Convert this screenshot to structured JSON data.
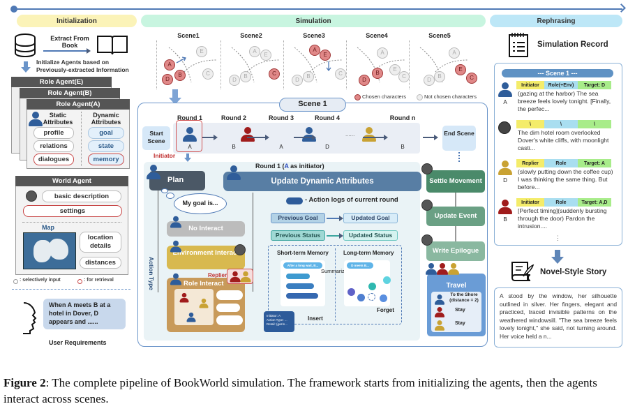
{
  "phases": {
    "init": "Initialization",
    "sim": "Simulation",
    "reph": "Rephrasing"
  },
  "init": {
    "extract": "Extract From Book",
    "init_note": "Initialize Agents based on Previously-extracted Information",
    "role_agents": [
      "Role Agent(E)",
      "Role Agent(B)",
      "Role Agent(A)"
    ],
    "static_label": "Static Attributes",
    "dynamic_label": "Dynamic Attributes",
    "static_items": [
      "profile",
      "relations",
      "dialogues"
    ],
    "dynamic_items": [
      "goal",
      "state",
      "memory"
    ],
    "world_agent": "World Agent",
    "basic_description": "basic description",
    "settings": "settings",
    "map_label": "Map",
    "location_details": "location details",
    "distances": "distances",
    "legend_selective": ": selectively input",
    "legend_retrieval": ": for retrieval",
    "user_req_text": "When A meets B at a hotel in Dover, D appears and ......",
    "user_req_label": "User Requirements"
  },
  "scenes": [
    {
      "label": "Scene1"
    },
    {
      "label": "Scene2"
    },
    {
      "label": "Scene3"
    },
    {
      "label": "Scene4"
    },
    {
      "label": "Scene5"
    }
  ],
  "scene_legend": {
    "chosen": "Chosen characters",
    "not_chosen": "Not chosen characters"
  },
  "scene1": {
    "title": "Scene 1",
    "start": "Start Scene",
    "end": "End Scene",
    "initiator": "Initiator",
    "rounds": [
      {
        "label": "Round 1",
        "agent": "A",
        "color": "#2f5d9a"
      },
      {
        "label": "Round 2",
        "agent": "B",
        "color": "#a01c1c"
      },
      {
        "label": "Round 3",
        "agent": "A",
        "color": "#2f5d9a"
      },
      {
        "label": "Round 4",
        "agent": "D",
        "color": "#c9a233"
      },
      {
        "label": "Round n",
        "agent": "B",
        "color": "#a01c1c"
      }
    ],
    "ellipsis": "......",
    "round_title_pre": "Round 1  (",
    "round_title_agent": "A",
    "round_title_post": " as initiator)",
    "plan": "Plan",
    "goal_bubble": "My goal is...",
    "update": "Update Dynamic Attributes",
    "no_interact": "No Interact",
    "env_interact": "Environment Interact",
    "role_interact": "Role Interact",
    "replier": "Replier",
    "action_type": "Action Type",
    "action_logs": "- Action logs of current round",
    "prev_goal": "Previous Goal",
    "upd_goal": "Updated Goal",
    "prev_status": "Previous Status",
    "upd_status": "Updated Status",
    "stm": "Short-term Memory",
    "ltm": "Long-term Memory",
    "stm_item": "After a long wait, B...",
    "ltm_item": "D meets B...",
    "summarize": "Summarize",
    "insert": "Insert",
    "forget": "Forget",
    "log_card": "Initiator: A\nAction Type: ...\nDetail: (gazin..."
  },
  "world_steps": {
    "settle": "Settle Movement",
    "event": "Update Event",
    "epilogue": "Write Epilogue",
    "travel": "Travel",
    "travel_items": [
      "To the Shore (distance = 2)",
      "Stay",
      "Stay"
    ]
  },
  "record": {
    "title": "Simulation Record",
    "scene_header": "--- Scene 1 ---",
    "entries": [
      {
        "who": "A",
        "tags": [
          "Initiator",
          "Role(+Env)",
          "Target: D"
        ],
        "text": "(gazing at the harbor) The sea breeze feels lovely tonight. [Finally, the perfec..."
      },
      {
        "who": "",
        "tags": [
          "\\",
          "\\",
          "\\"
        ],
        "text": "The dim hotel room overlooked Dover's white cliffs, with moonlight casti..."
      },
      {
        "who": "D",
        "tags": [
          "Replier",
          "Role",
          "Target: A"
        ],
        "text": "(slowly putting down the coffee cup) I was thinking the same thing. But before..."
      },
      {
        "who": "B",
        "tags": [
          "Initiator",
          "Role",
          "Target: A,D"
        ],
        "text": "[Perfect timing](suddenly bursting through the door) Pardon the intrusion...."
      }
    ],
    "more": "⋮"
  },
  "story": {
    "title": "Novel-Style Story",
    "text": "A stood by the window, her silhouette outlined in silver. Her fingers, elegant and practiced, traced invisible patterns on the weathered windowsill. \"The sea breeze feels lovely tonight,\" she said, not turning around. Her voice held a n..."
  },
  "caption": {
    "label": "Figure 2",
    "text": ": The complete pipeline of BookWorld simulation. The framework starts from initializing the agents, then the agents interact across scenes."
  }
}
